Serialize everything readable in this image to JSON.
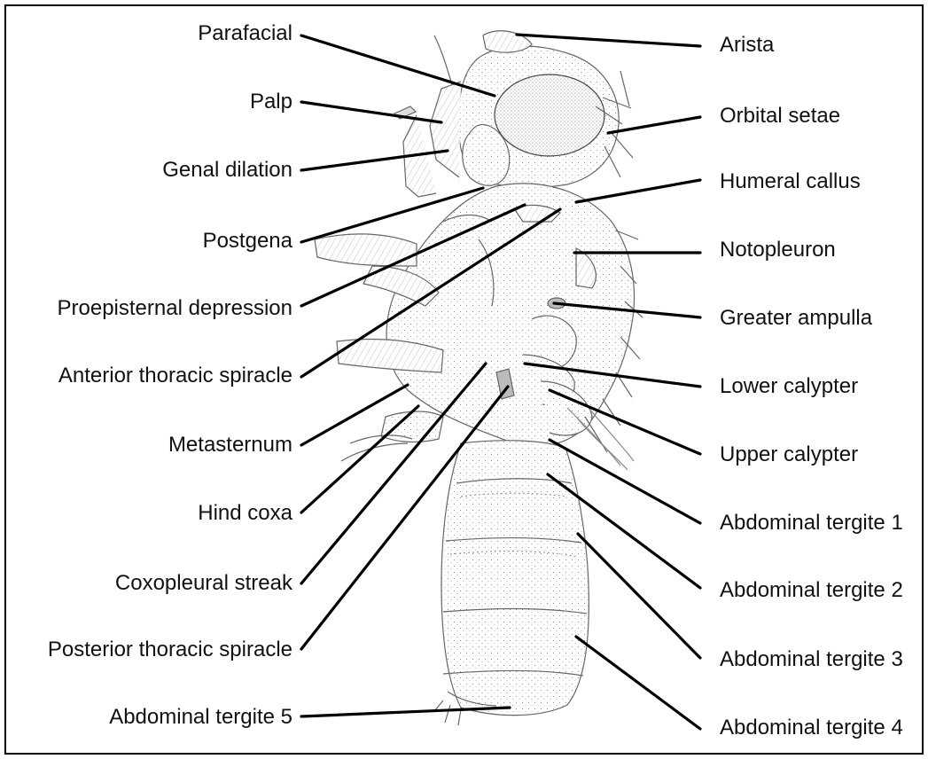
{
  "left_labels": [
    "Parafacial",
    "Palp",
    "Genal dilation",
    "Postgena",
    "Proepisternal depression",
    "Anterior thoracic spiracle",
    "Metasternum",
    "Hind coxa",
    "Coxopleural streak",
    "Posterior thoracic spiracle",
    "Abdominal tergite 5"
  ],
  "right_labels": [
    "Arista",
    "Orbital setae",
    "Humeral callus",
    "Notopleuron",
    "Greater ampulla",
    "Lower calypter",
    "Upper calypter",
    "Abdominal tergite 1",
    "Abdominal tergite 2",
    "Abdominal tergite 3",
    "Abdominal tergite 4"
  ]
}
